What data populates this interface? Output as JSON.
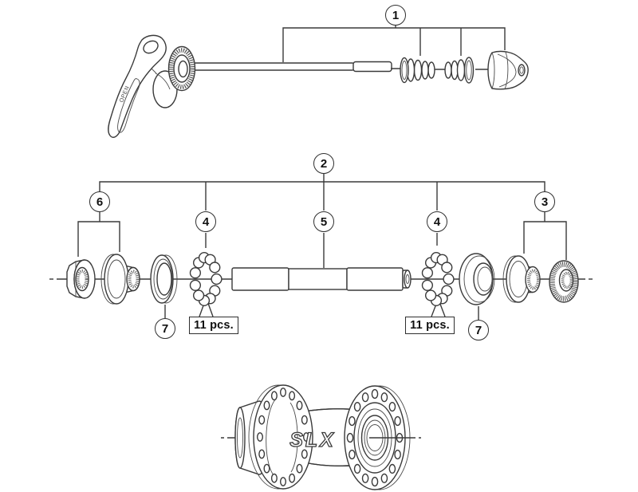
{
  "colors": {
    "line": "#3a3a3a",
    "text": "#111111",
    "background": "#ffffff"
  },
  "part_labels": {
    "p1": "1",
    "p2": "2",
    "p3": "3",
    "p4_left": "4",
    "p4_right": "4",
    "p5": "5",
    "p6": "6",
    "p7_left": "7",
    "p7_right": "7"
  },
  "callouts": {
    "bearing_count_left": "11 pcs.",
    "bearing_count_right": "11 pcs."
  },
  "skewer": {
    "lever_text": "OPEN"
  },
  "hub": {
    "logo": "SLX"
  }
}
